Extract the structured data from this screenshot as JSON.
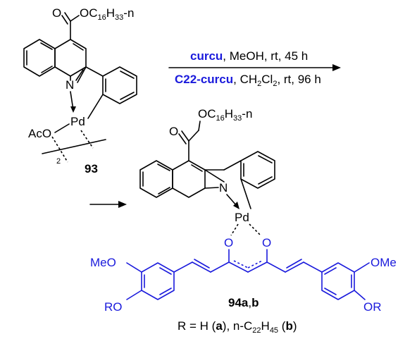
{
  "compound_93": {
    "ester": "OC16H33-n",
    "carbonyl_o": "O",
    "n_atom": "N",
    "pd_atom": "Pd",
    "acetate": "AcO",
    "dimer_subscript": "2",
    "label": "93"
  },
  "reaction_arrow": {
    "condition_1_reagent": "curcu",
    "condition_1_rest": ", MeOH, rt, 45 h",
    "condition_2_reagent": "C22-curcu",
    "condition_2_rest_a": ", CH",
    "condition_2_sub_1": "2",
    "condition_2_rest_b": "Cl",
    "condition_2_sub_2": "2",
    "condition_2_rest_c": ", rt, 96 h"
  },
  "compound_94": {
    "ester": "OC16H33-n",
    "carbonyl_o": "O",
    "n_atom": "N",
    "pd_atom": "Pd",
    "ligand_o_left": "O",
    "ligand_o_right": "O",
    "methoxy_left": "MeO",
    "methoxy_right": "OMe",
    "or_left": "RO",
    "or_right": "OR",
    "label_main": "94a",
    "label_comma": ",",
    "label_b": "b",
    "r_def_1": "R = H (",
    "r_def_a": "a",
    "r_def_2": "), n-C",
    "r_def_sub_1": "22",
    "r_def_3": "H",
    "r_def_sub_2": "45",
    "r_def_4": " (",
    "r_def_b": "b",
    "r_def_5": ")"
  },
  "colors": {
    "curcumin_ligand": "#1a1adc",
    "scaffold": "#000000"
  }
}
